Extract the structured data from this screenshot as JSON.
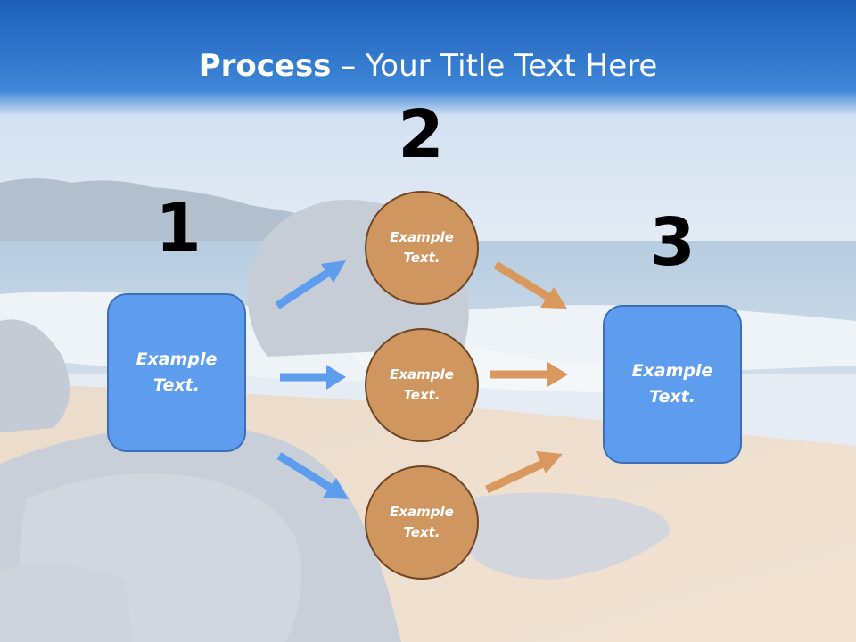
{
  "title": {
    "bold": "Process",
    "rest": " – Your Title Text Here"
  },
  "steps": [
    {
      "number": "1",
      "text": "Example Text."
    },
    {
      "number": "2",
      "items": [
        "Example Text.",
        "Example Text.",
        "Example Text."
      ]
    },
    {
      "number": "3",
      "text": "Example Text."
    }
  ],
  "colors": {
    "header_blue": "#2f73c9",
    "box_blue": "#5e9ced",
    "arrow_blue": "#5e9ced",
    "circle_tan": "#cf9660",
    "arrow_tan": "#d8985e"
  }
}
